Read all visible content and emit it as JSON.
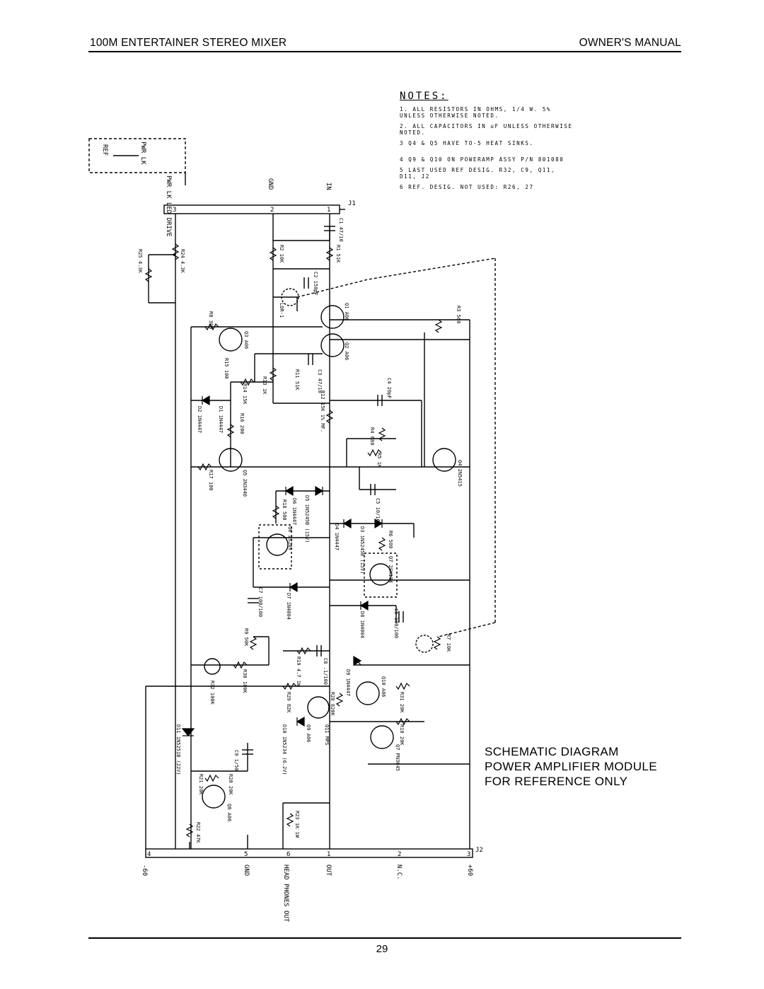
{
  "header": {
    "left_title": "100M ENTERTAINER STEREO MIXER",
    "right_title": "OWNER'S MANUAL"
  },
  "caption": {
    "line1": "SCHEMATIC DIAGRAM",
    "line2": "POWER AMPLIFIER MODULE",
    "line3": "FOR REFERENCE ONLY"
  },
  "page_number": "29",
  "schematic": {
    "notes_title": "NOTES:",
    "notes": [
      "1. ALL RESISTORS IN OHMS, 1/4 W. 5% UNLESS OTHERWISE NOTED.",
      "2. ALL CAPACITORS IN uF UNLESS OTHERWISE NOTED.",
      "3 Q4 & Q5 HAVE TO-5 HEAT SINKS.",
      "4 Q9 & Q10 ON POWERAMP ASSY P/N 801080",
      "5 LAST USED REF DESIG. R32, C9, Q11, D11, J2",
      "6 REF. DESIG. NOT USED: R26, 27"
    ],
    "top_connector": {
      "ref": "J1",
      "pins": [
        "3",
        "2",
        "1"
      ],
      "labels": [
        "PWR LK LED DRIVE",
        "GND",
        "IN"
      ],
      "ref_lamp": "REF",
      "lamp_label": "PWR LK"
    },
    "bottom_connector": {
      "ref": "J2",
      "pins": [
        "4",
        "5",
        "6",
        "1",
        "2",
        "3"
      ],
      "labels": [
        "-60",
        "GND",
        "HEAD PHONES OUT",
        "OUT",
        "N.C.",
        "+60"
      ]
    },
    "component_labels": [
      "R24 4.3K",
      "R25 4.3K",
      "R2 10K",
      "R1 51K",
      "C1 47/10",
      "C2 150pF",
      "LDR-1",
      "Q1 A06",
      "Q2 A06",
      "R3 560",
      "R8 390",
      "Q3 A06",
      "R15 100",
      "R11 51K",
      "C3 47/10",
      "R14 15K",
      "R13 1K",
      "C4 20pF",
      "R12 15K 1% MF.",
      "D1 1N4447",
      "D2 1N4447",
      "R16 200",
      "R4 680",
      "R5 1K",
      "Q4 2N5415",
      "Q5 2N3440",
      "R17 100",
      "D5 1N5245B (15V)",
      "D6 1N4447",
      "R18 500",
      "C5 10/16",
      "D4 1N4447",
      "D3 1N5245B (15V)",
      "R6 500",
      "Q6 2SJ49",
      "Q7 2SK134",
      "C7 100/100",
      "D7 1N4004",
      "D8 1N4004",
      "C6 100/100",
      "R9 50K",
      "R7 10K",
      "R19 4.7 1W",
      "C8 .1/100",
      "R30 100K",
      "R32 100K",
      "D9 1N4447",
      "Q10 A06",
      "R29 82K",
      "R28 820K",
      "R31 20K",
      "Q9 A06",
      "D10 1N5234 (6.2V)",
      "D11 1N5251B (22V)",
      "C9 1/50",
      "R21 20K",
      "R20 20K",
      "Q8 A06",
      "R22 47K",
      "R23 1K 1W",
      "Q11 MPS",
      "R10 20K",
      "Q7 PN3645"
    ]
  }
}
